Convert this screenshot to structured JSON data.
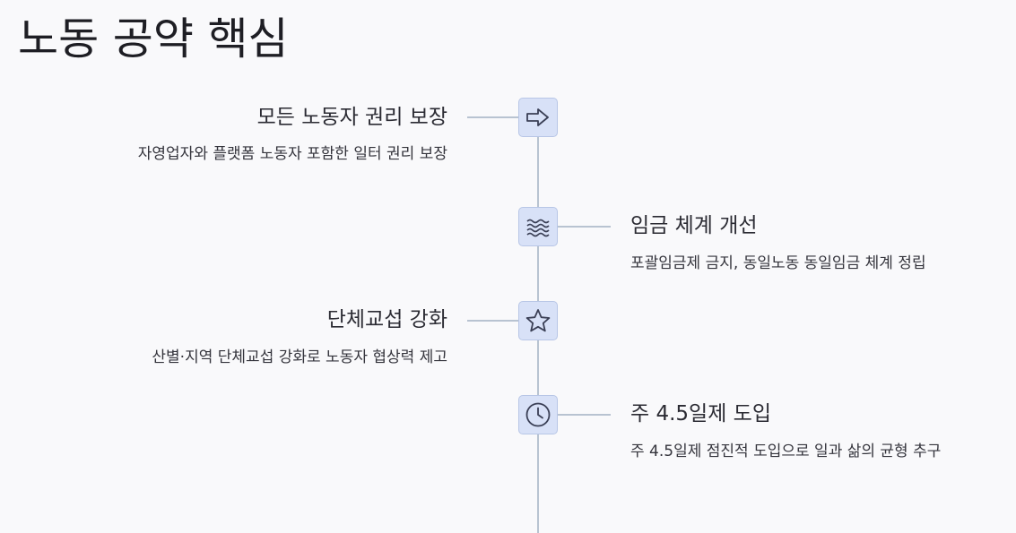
{
  "title": "노동 공약 핵심",
  "items": [
    {
      "heading": "모든 노동자 권리 보장",
      "description": "자영업자와 플랫폼 노동자 포함한 일터 권리 보장",
      "icon": "arrow-right-icon",
      "side": "left"
    },
    {
      "heading": "임금 체계 개선",
      "description": "포괄임금제 금지, 동일노동 동일임금 체계 정립",
      "icon": "waves-icon",
      "side": "right"
    },
    {
      "heading": "단체교섭 강화",
      "description": "산별·지역 단체교섭 강화로 노동자 협상력 제고",
      "icon": "star-icon",
      "side": "left"
    },
    {
      "heading": "주 4.5일제 도입",
      "description": "주 4.5일제 점진적 도입으로 일과 삶의 균형 추구",
      "icon": "clock-icon",
      "side": "right"
    }
  ],
  "colors": {
    "line": "#b8c3d1",
    "node_fill": "#d8e1f7",
    "node_border": "#b8c6e6",
    "icon_stroke": "#3a3f55"
  }
}
